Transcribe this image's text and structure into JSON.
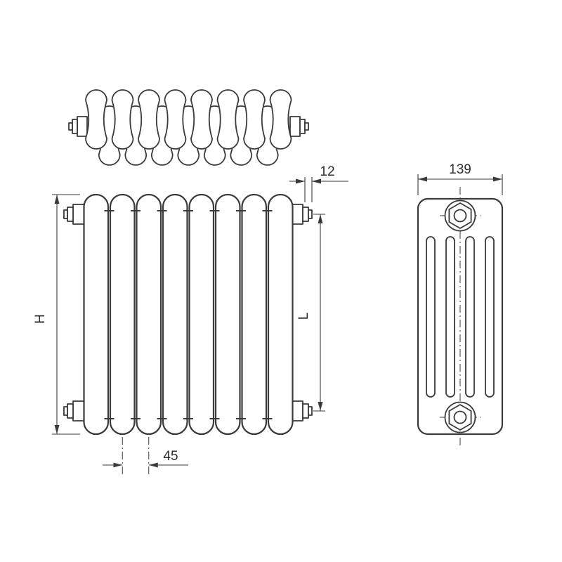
{
  "colors": {
    "background": "#ffffff",
    "line": "#3a3a3a"
  },
  "views": {
    "top": {
      "sections": 8
    },
    "front": {
      "tubes": 8
    },
    "side": {
      "column_slots": 4
    }
  },
  "dimensions": {
    "connection_offset": {
      "label": "12"
    },
    "depth": {
      "label": "139"
    },
    "height": {
      "label": "H"
    },
    "connection_spacing": {
      "label": "L"
    },
    "section_pitch": {
      "label": "45"
    }
  }
}
